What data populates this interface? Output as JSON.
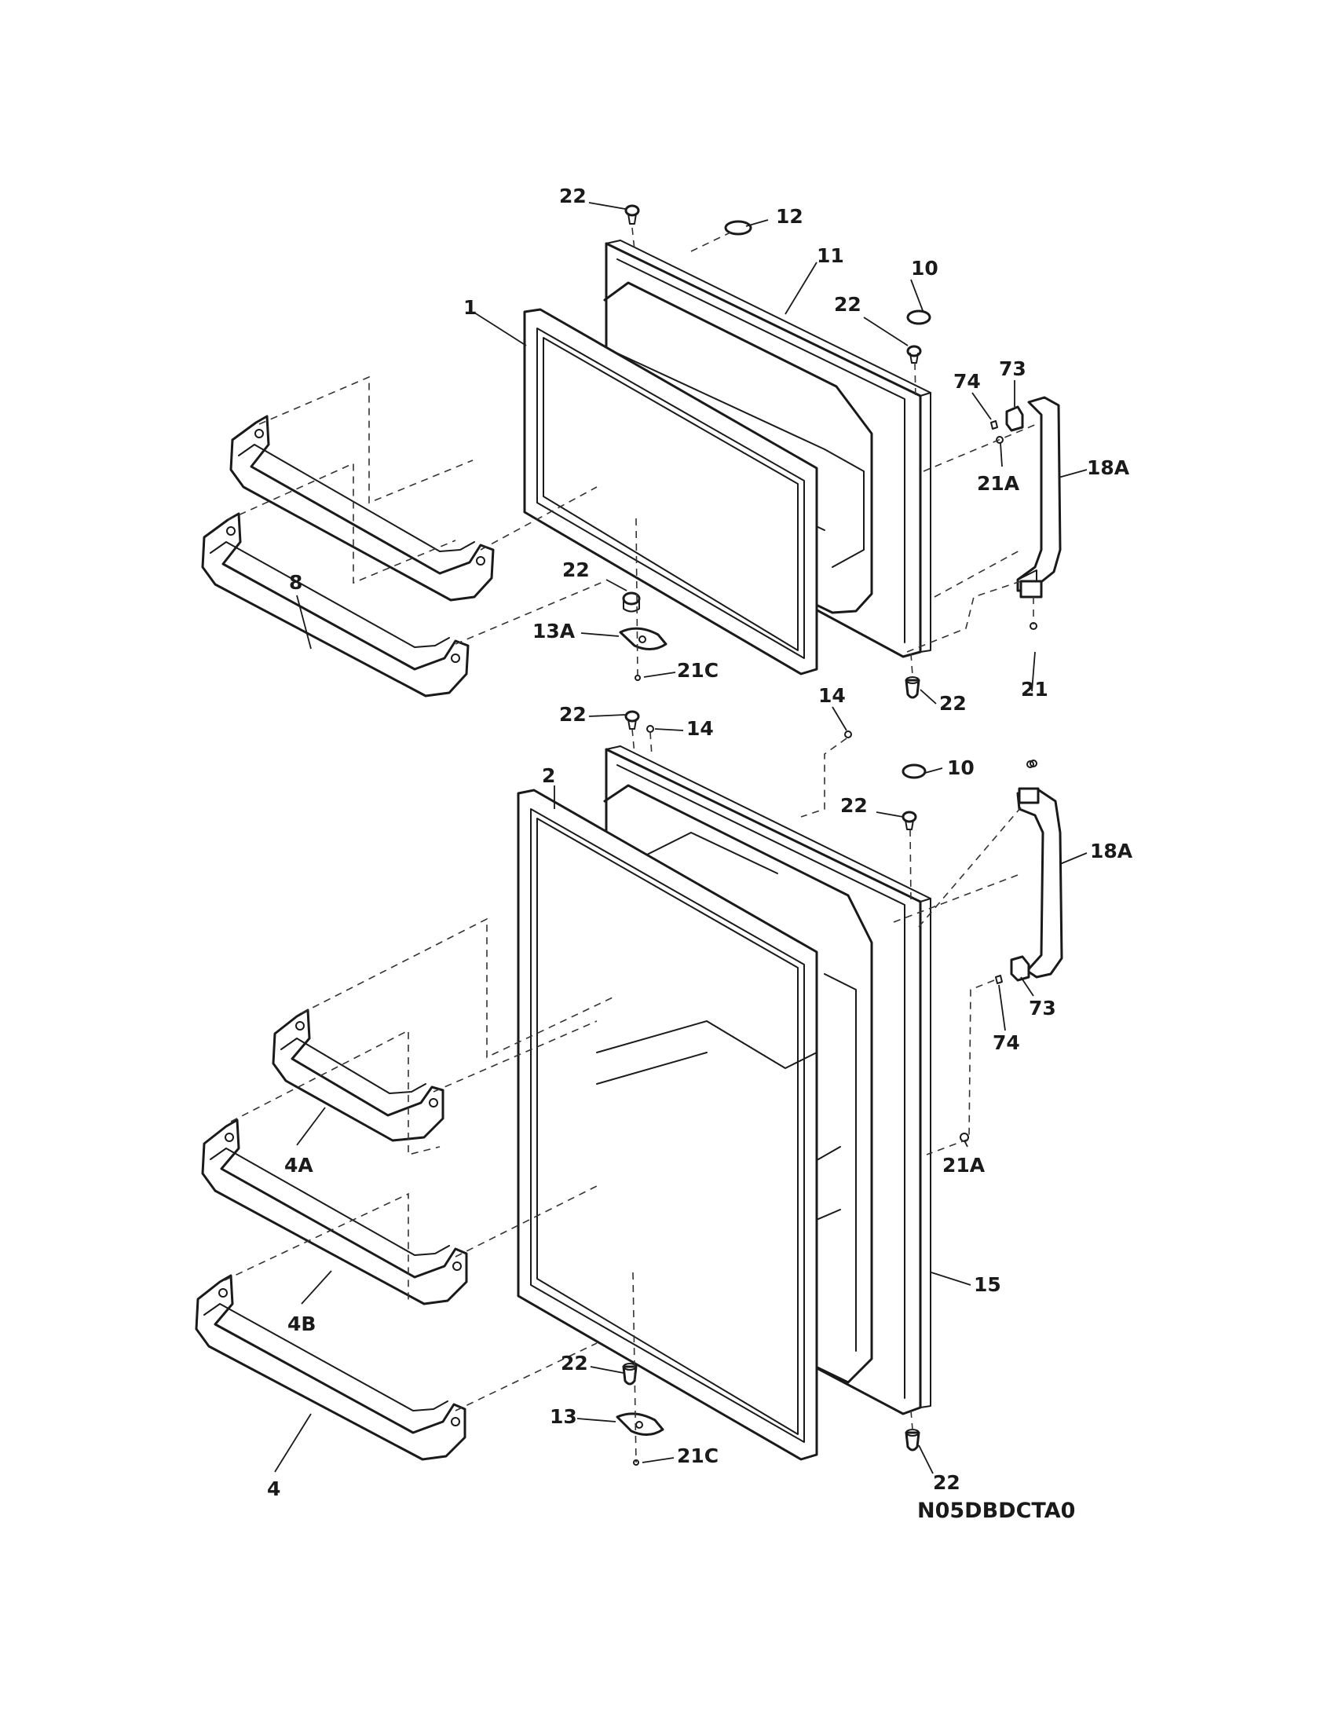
{
  "diagram": {
    "drawing_code": "N05DBDCTA0",
    "labels": {
      "l1": "1",
      "l2": "2",
      "l4": "4",
      "l4a": "4A",
      "l4b": "4B",
      "l8": "8",
      "l10a": "10",
      "l10b": "10",
      "l11": "11",
      "l12": "12",
      "l13": "13",
      "l13a": "13A",
      "l14a": "14",
      "l14b": "14",
      "l15": "15",
      "l18a_top": "18A",
      "l18a_bot": "18A",
      "l21": "21",
      "l21a_top": "21A",
      "l21a_bot": "21A",
      "l21c_top": "21C",
      "l21c_bot": "21C",
      "l22a": "22",
      "l22b": "22",
      "l22c": "22",
      "l22d": "22",
      "l22e": "22",
      "l22f": "22",
      "l22g": "22",
      "l22h": "22",
      "l73a": "73",
      "l73b": "73",
      "l74a": "74",
      "l74b": "74"
    }
  }
}
